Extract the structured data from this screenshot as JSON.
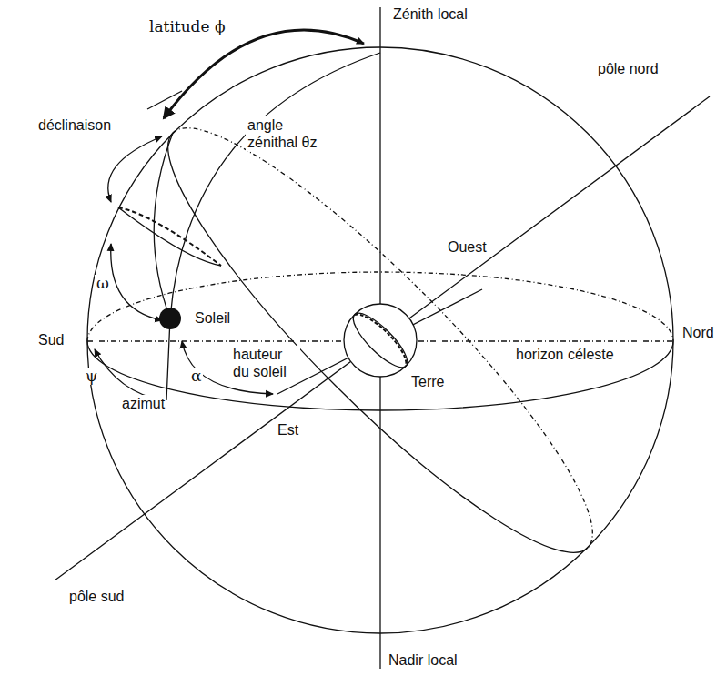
{
  "diagram": {
    "labels": [
      "Zénith local",
      "latitude ϕ",
      "pôle nord",
      "déclinaison",
      "angle zénithal θz",
      "Ouest",
      "ω",
      "Soleil",
      "Sud",
      "hauteur du soleil",
      "α",
      "Nord",
      "horizon céleste",
      "Terre",
      "ψ",
      "azimut",
      "Est",
      "pôle sud",
      "Nadir local"
    ]
  }
}
